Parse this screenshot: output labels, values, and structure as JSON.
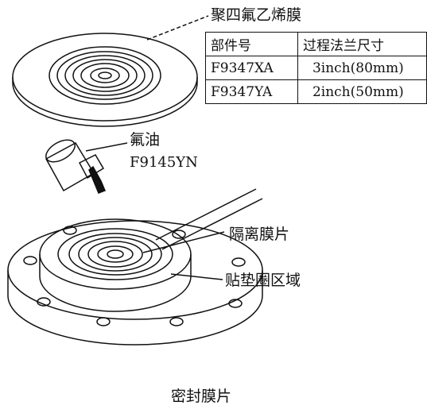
{
  "labels": {
    "ptfe_membrane": "聚四氟乙烯膜",
    "fluorine_oil": "氟油",
    "fluorine_oil_part": "F9145YN",
    "isolation_diaphragm": "隔离膜片",
    "gasket_area": "贴垫圈区域",
    "caption": "密封膜片"
  },
  "table": {
    "headers": [
      "部件号",
      "过程法兰尺寸"
    ],
    "rows": [
      [
        "F9347XA",
        "3inch(80mm)"
      ],
      [
        "F9347YA",
        "2inch(50mm)"
      ]
    ]
  }
}
